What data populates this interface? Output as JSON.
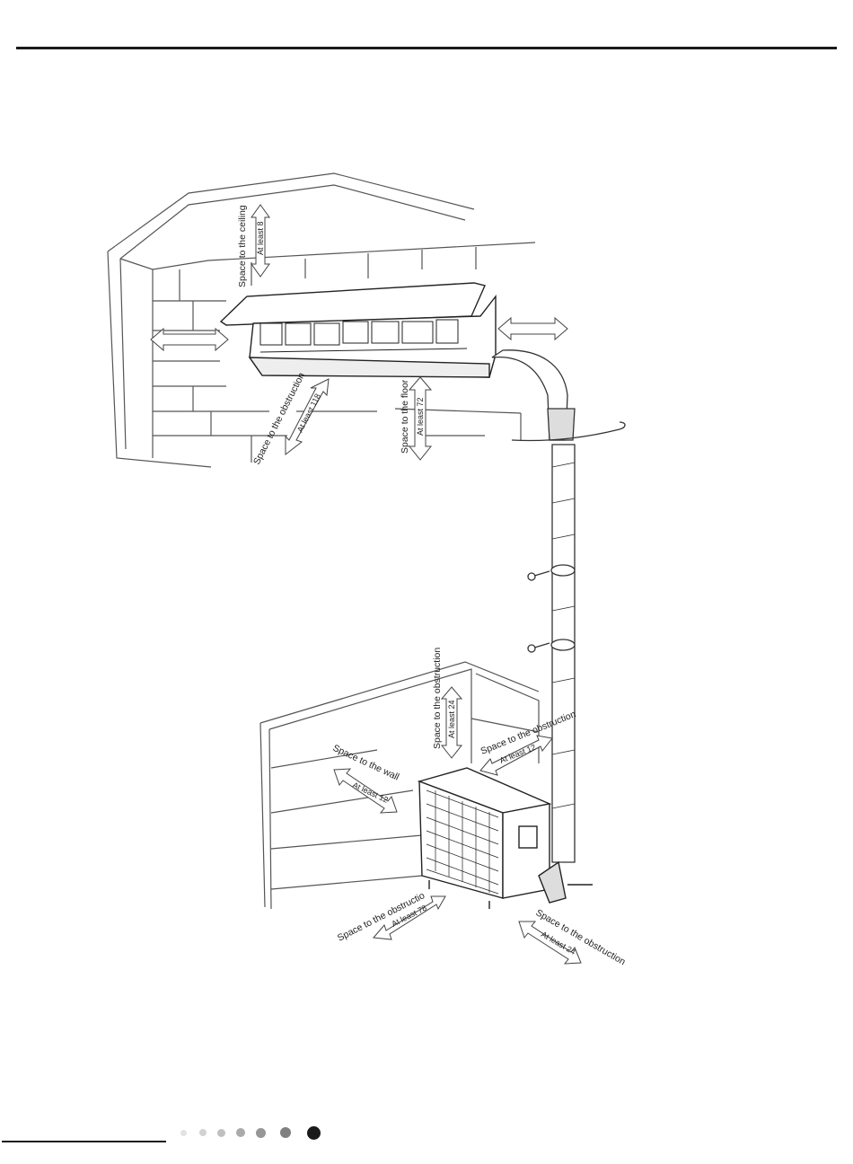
{
  "indoor": {
    "ceiling_label": "Space to the ceiling",
    "ceiling_value": "At least 8",
    "floor_label": "Space to the floor",
    "floor_value": "At least 72",
    "obstruction_label": "Space to the obstruction",
    "obstruction_value": "At least 118"
  },
  "outdoor": {
    "top_label": "Space to the obstruction",
    "top_value": "At least 24",
    "wall_label": "Space to the wall",
    "wall_value": "At least 12",
    "side_label": "Space to the obstruction",
    "side_value": "At least 12",
    "front_label": "Space to the obstructio",
    "front_value": "At least 78",
    "right_label": "Space to the obstruction",
    "right_value": "At least 24"
  },
  "pager": {
    "dot_colors": [
      "#e2e2e2",
      "#d2d2d2",
      "#c0c0c0",
      "#aaaaaa",
      "#969696",
      "#808080",
      "#1a1a1a"
    ]
  }
}
